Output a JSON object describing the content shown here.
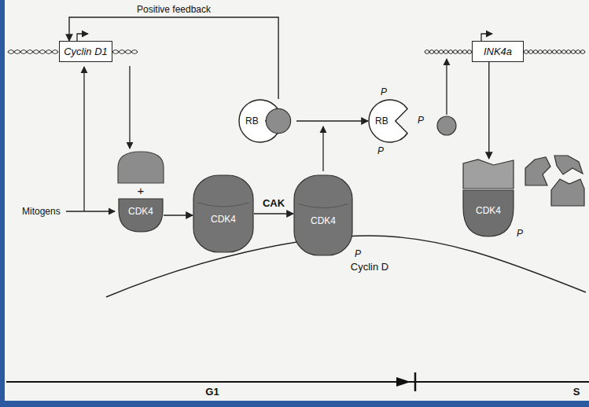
{
  "diagram": {
    "nodes": [
      {
        "text": [
          "Cyclin D1"
        ]
      },
      {
        "text": [
          "INK4a"
        ]
      },
      {
        "text": [
          "RB"
        ]
      },
      {
        "text": [
          "RB"
        ]
      },
      {
        "text": [
          "CDK4"
        ]
      },
      {
        "text": [
          "CDK4"
        ]
      },
      {
        "text": [
          "CDK4"
        ]
      },
      {
        "text": [
          "CDK4"
        ]
      }
    ],
    "edges": [
      {
        "from": 2,
        "to": 0,
        "arrow": "to",
        "label": "Positive feedback"
      },
      {
        "from": 4,
        "to": 5,
        "arrow": "to"
      },
      {
        "from": 5,
        "to": 6,
        "arrow": "to",
        "label": "CAK"
      },
      {
        "from": 2,
        "to": 3,
        "arrow": "to"
      },
      {
        "from": 1,
        "to": 7,
        "arrow": "to"
      }
    ],
    "labels": [
      "Mitogens",
      "+",
      "P",
      "P",
      "P",
      "P",
      "P",
      "Cyclin D",
      "G1",
      "S"
    ]
  }
}
